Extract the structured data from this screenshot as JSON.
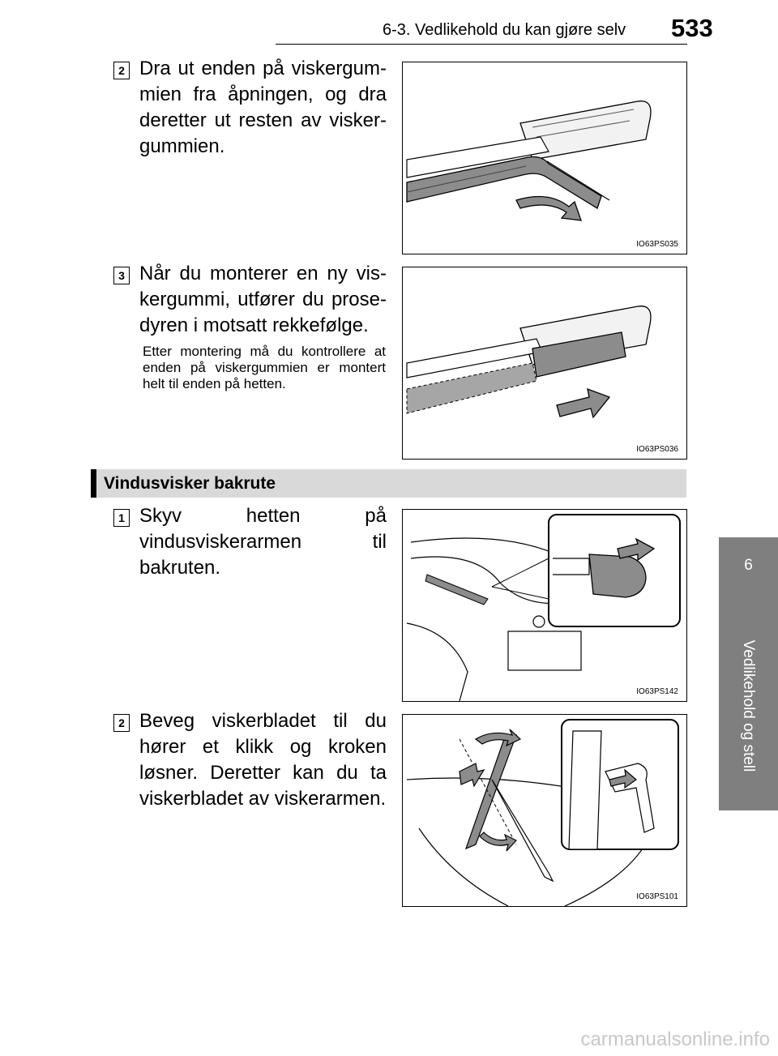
{
  "header": {
    "section_title": "6-3. Vedlikehold du kan gjøre selv",
    "page_number": "533"
  },
  "side_tab": {
    "chapter_number": "6",
    "chapter_title": "Vedlikehold og stell"
  },
  "blocks": [
    {
      "step": "2",
      "text": "Dra ut enden på viskergum­mien fra åpningen, og dra deretter ut resten av visker­gummien.",
      "figure_code": "IO63PS035"
    },
    {
      "step": "3",
      "text": "Når du monterer en ny vis­kergummi, utfører du prose­dyren i motsatt rekkefølge.",
      "note": "Etter montering må du kontrol­lere at enden på viskergummien er montert helt til enden på het­ten.",
      "figure_code": "IO63PS036"
    }
  ],
  "section": {
    "title": "Vindusvisker bakrute"
  },
  "rear_blocks": [
    {
      "step": "1",
      "text": "Skyv hetten på vindusviskerar­men til bakruten.",
      "figure_code": "IO63PS142"
    },
    {
      "step": "2",
      "text": "Beveg viskerbladet til du hører et klikk og kroken løsner. Deret­ter kan du ta viskerbladet av viskerarmen.",
      "figure_code": "IO63PS101"
    }
  ],
  "footer": {
    "watermark": "carmanualsonline.info"
  }
}
